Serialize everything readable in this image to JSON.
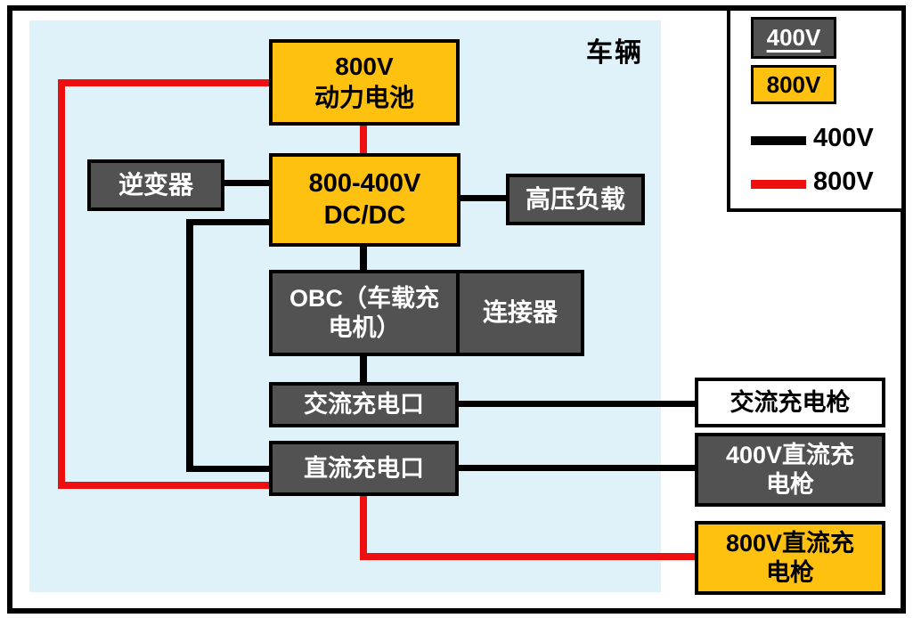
{
  "diagram_title_area": {
    "vehicle_label": "车辆"
  },
  "nodes": {
    "battery": {
      "label": "800V\n动力电池",
      "voltage_class": "800V"
    },
    "inverter": {
      "label": "逆变器",
      "voltage_class": "400V"
    },
    "dcdc": {
      "label": "800-400V\nDC/DC",
      "voltage_class": "800V"
    },
    "hv_load": {
      "label": "高压负载",
      "voltage_class": "400V"
    },
    "obc": {
      "label": "OBC（车载充\n电机）",
      "voltage_class": "400V"
    },
    "connector": {
      "label": "连接器",
      "voltage_class": "400V"
    },
    "ac_port": {
      "label": "交流充电口",
      "voltage_class": "400V"
    },
    "dc_port": {
      "label": "直流充电口",
      "voltage_class": "400V"
    },
    "ac_gun": {
      "label": "交流充电枪",
      "voltage_class": "neutral"
    },
    "dc_gun_400": {
      "label": "400V直流充\n电枪",
      "voltage_class": "400V"
    },
    "dc_gun_800": {
      "label": "800V直流充\n电枪",
      "voltage_class": "800V"
    }
  },
  "edges": [
    {
      "from": "battery",
      "to": "dc_port",
      "voltage": "800V"
    },
    {
      "from": "battery",
      "to": "dcdc",
      "voltage": "800V"
    },
    {
      "from": "inverter",
      "to": "dcdc",
      "voltage": "400V"
    },
    {
      "from": "dcdc",
      "to": "hv_load",
      "voltage": "400V"
    },
    {
      "from": "dcdc",
      "to": "obc",
      "voltage": "400V"
    },
    {
      "from": "dcdc",
      "to": "dc_port",
      "voltage": "400V"
    },
    {
      "from": "obc",
      "to": "ac_port",
      "voltage": "400V"
    },
    {
      "from": "ac_port",
      "to": "ac_gun",
      "voltage": "400V"
    },
    {
      "from": "dc_port",
      "to": "dc_gun_400",
      "voltage": "400V"
    },
    {
      "from": "dc_port",
      "to": "dc_gun_800",
      "voltage": "800V"
    }
  ],
  "legend": {
    "box_400_label": "400V",
    "box_800_label": "800V",
    "line_400_label": "400V",
    "line_800_label": "800V"
  },
  "colors": {
    "orange_800v_fill": "#FEC110",
    "gray_400v_fill": "#525252",
    "red_800v_line": "#EE1010",
    "black_400v_line": "#000000",
    "vehicle_area_fill": "#DFF1F9"
  }
}
